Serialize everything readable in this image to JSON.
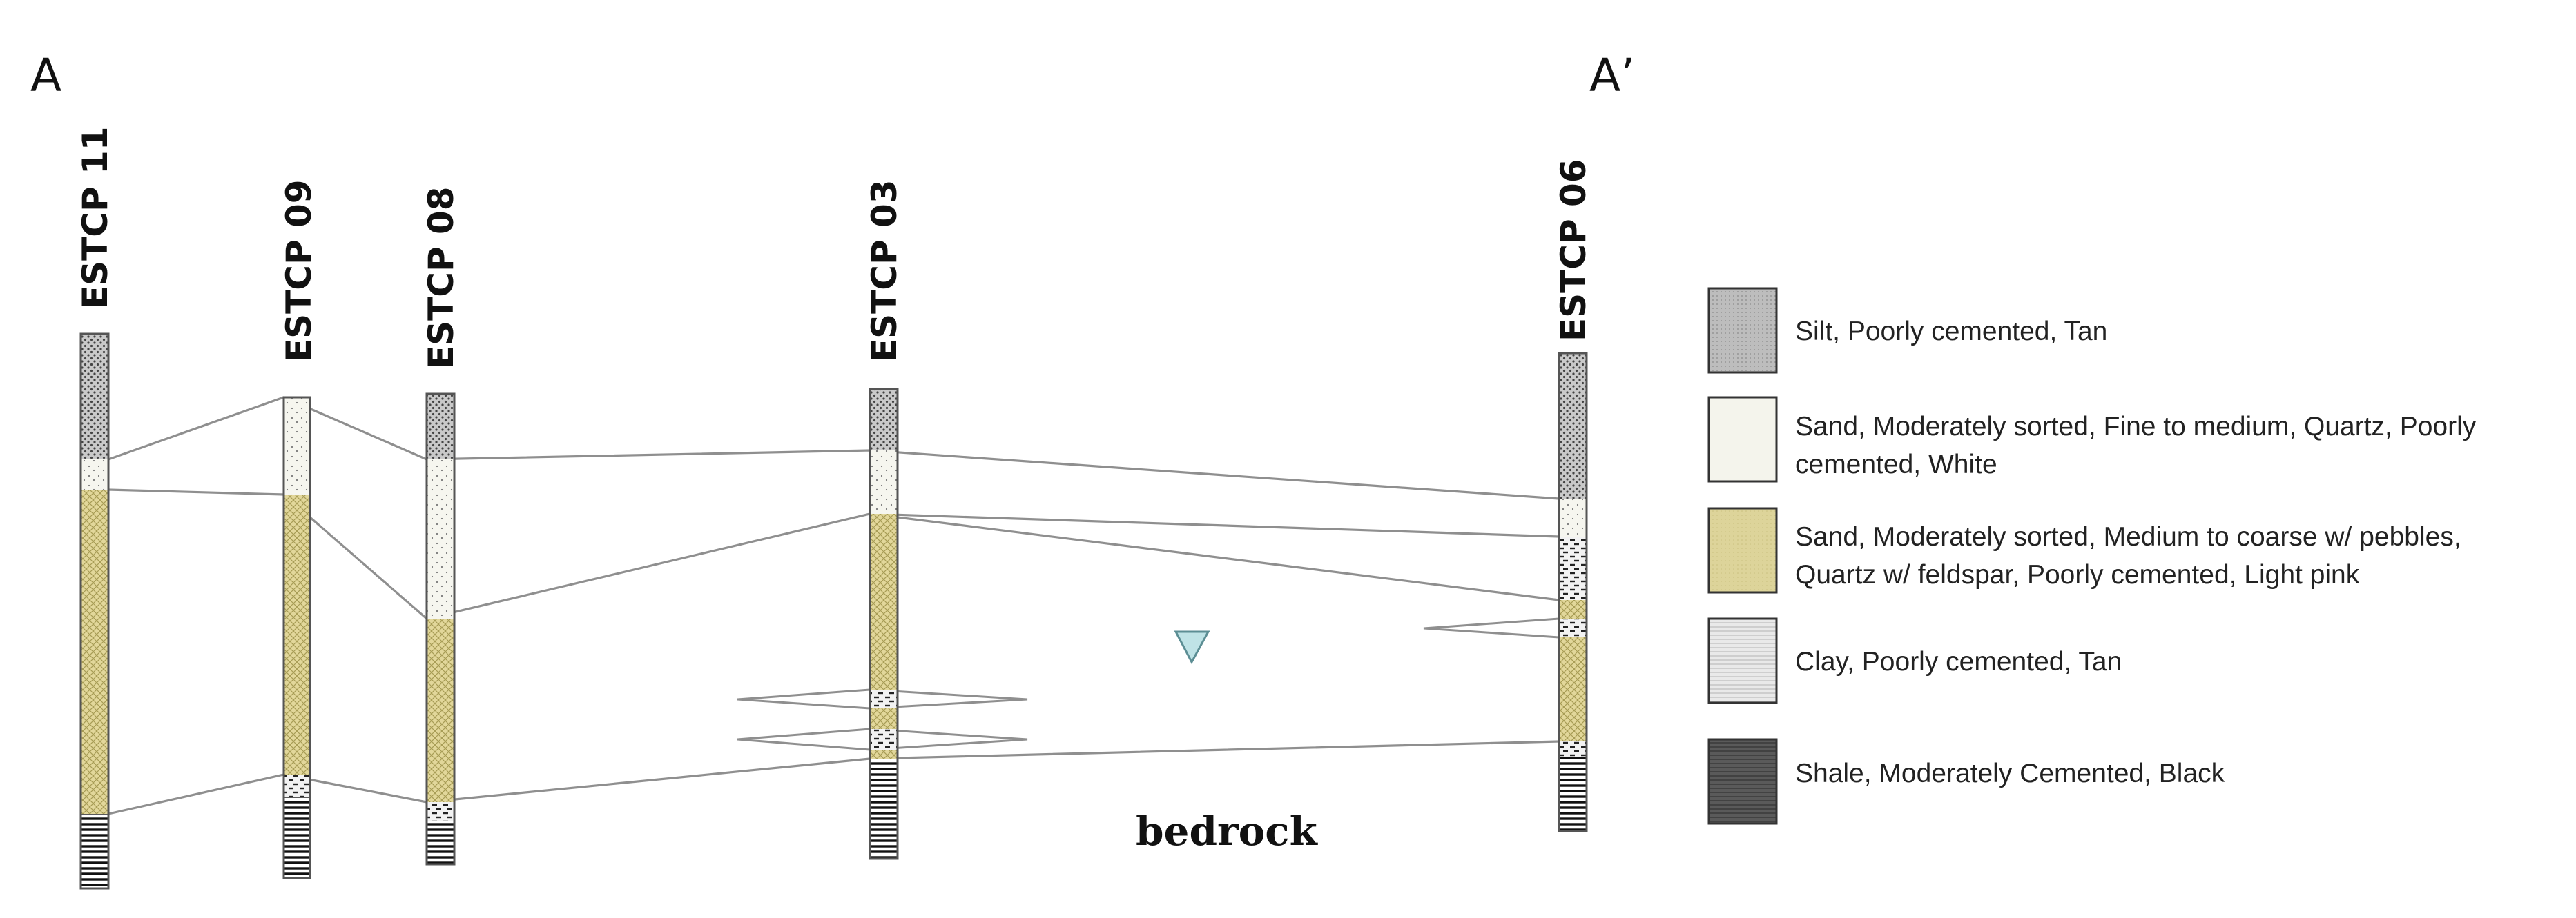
{
  "section": {
    "start_label": "A",
    "end_label": "A’"
  },
  "wells": [
    {
      "name": "ESTCP 11",
      "layers": [
        "silt",
        "sand_fine",
        "sand_coarse",
        "shale"
      ]
    },
    {
      "name": "ESTCP 09",
      "layers": [
        "sand_fine",
        "sand_coarse",
        "clay",
        "shale"
      ]
    },
    {
      "name": "ESTCP 08",
      "layers": [
        "silt",
        "sand_fine",
        "sand_coarse",
        "clay",
        "shale"
      ]
    },
    {
      "name": "ESTCP 03",
      "layers": [
        "silt",
        "sand_fine",
        "sand_coarse",
        "clay",
        "sand_coarse",
        "clay",
        "sand_coarse",
        "shale"
      ]
    },
    {
      "name": "ESTCP 06",
      "layers": [
        "silt",
        "sand_fine",
        "clay",
        "sand_coarse",
        "clay",
        "sand_coarse",
        "clay",
        "shale"
      ]
    }
  ],
  "bedrock_label": "bedrock",
  "water_table_symbol": "inverted-triangle-water-table",
  "legend": [
    {
      "key": "silt",
      "lines": [
        "Silt, Poorly cemented, Tan"
      ],
      "color": "#b8b8b8"
    },
    {
      "key": "sand_fine",
      "lines": [
        "Sand, Moderately sorted, Fine to medium, Quartz, Poorly",
        "cemented, White"
      ],
      "color": "#f4f4ec"
    },
    {
      "key": "sand_coarse",
      "lines": [
        "Sand, Moderately sorted, Medium to coarse w/ pebbles,",
        "Quartz w/ feldspar, Poorly cemented, Light pink"
      ],
      "color": "#ddd49a"
    },
    {
      "key": "clay",
      "lines": [
        "Clay, Poorly cemented, Tan"
      ],
      "color": "#dedede"
    },
    {
      "key": "shale",
      "lines": [
        "Shale, Moderately Cemented, Black"
      ],
      "color": "#5e5e5e"
    }
  ],
  "colors": {
    "water_table": "#bfe3e6",
    "correlation_line": "#8f8f8f",
    "column_outline": "#555555"
  }
}
